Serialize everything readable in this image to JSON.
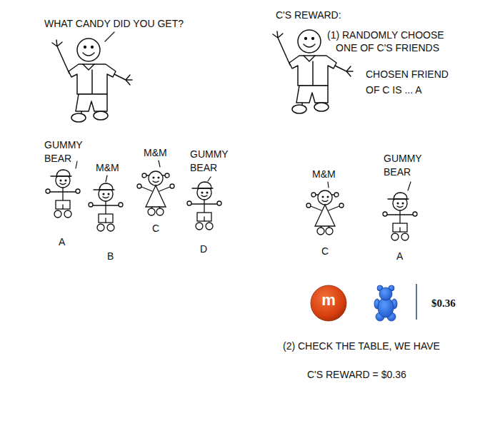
{
  "diagram": {
    "labels": [
      "WHAT CANDY DID YOU GET?",
      "C'S REWARD:",
      "(1) RANDOMLY CHOOSE ONE OF C'S FRIENDS",
      "CHOSEN FRIEND OF C IS ... A",
      "GUMMY BEAR",
      "M&M",
      "M&M",
      "GUMMY BEAR",
      "A",
      "B",
      "C",
      "D",
      "M&M",
      "GUMMY BEAR",
      "C",
      "A",
      "m",
      "$0.36",
      "(2) CHECK THE TABLE, WE HAVE",
      "C'S REWARD = $0.36"
    ]
  }
}
